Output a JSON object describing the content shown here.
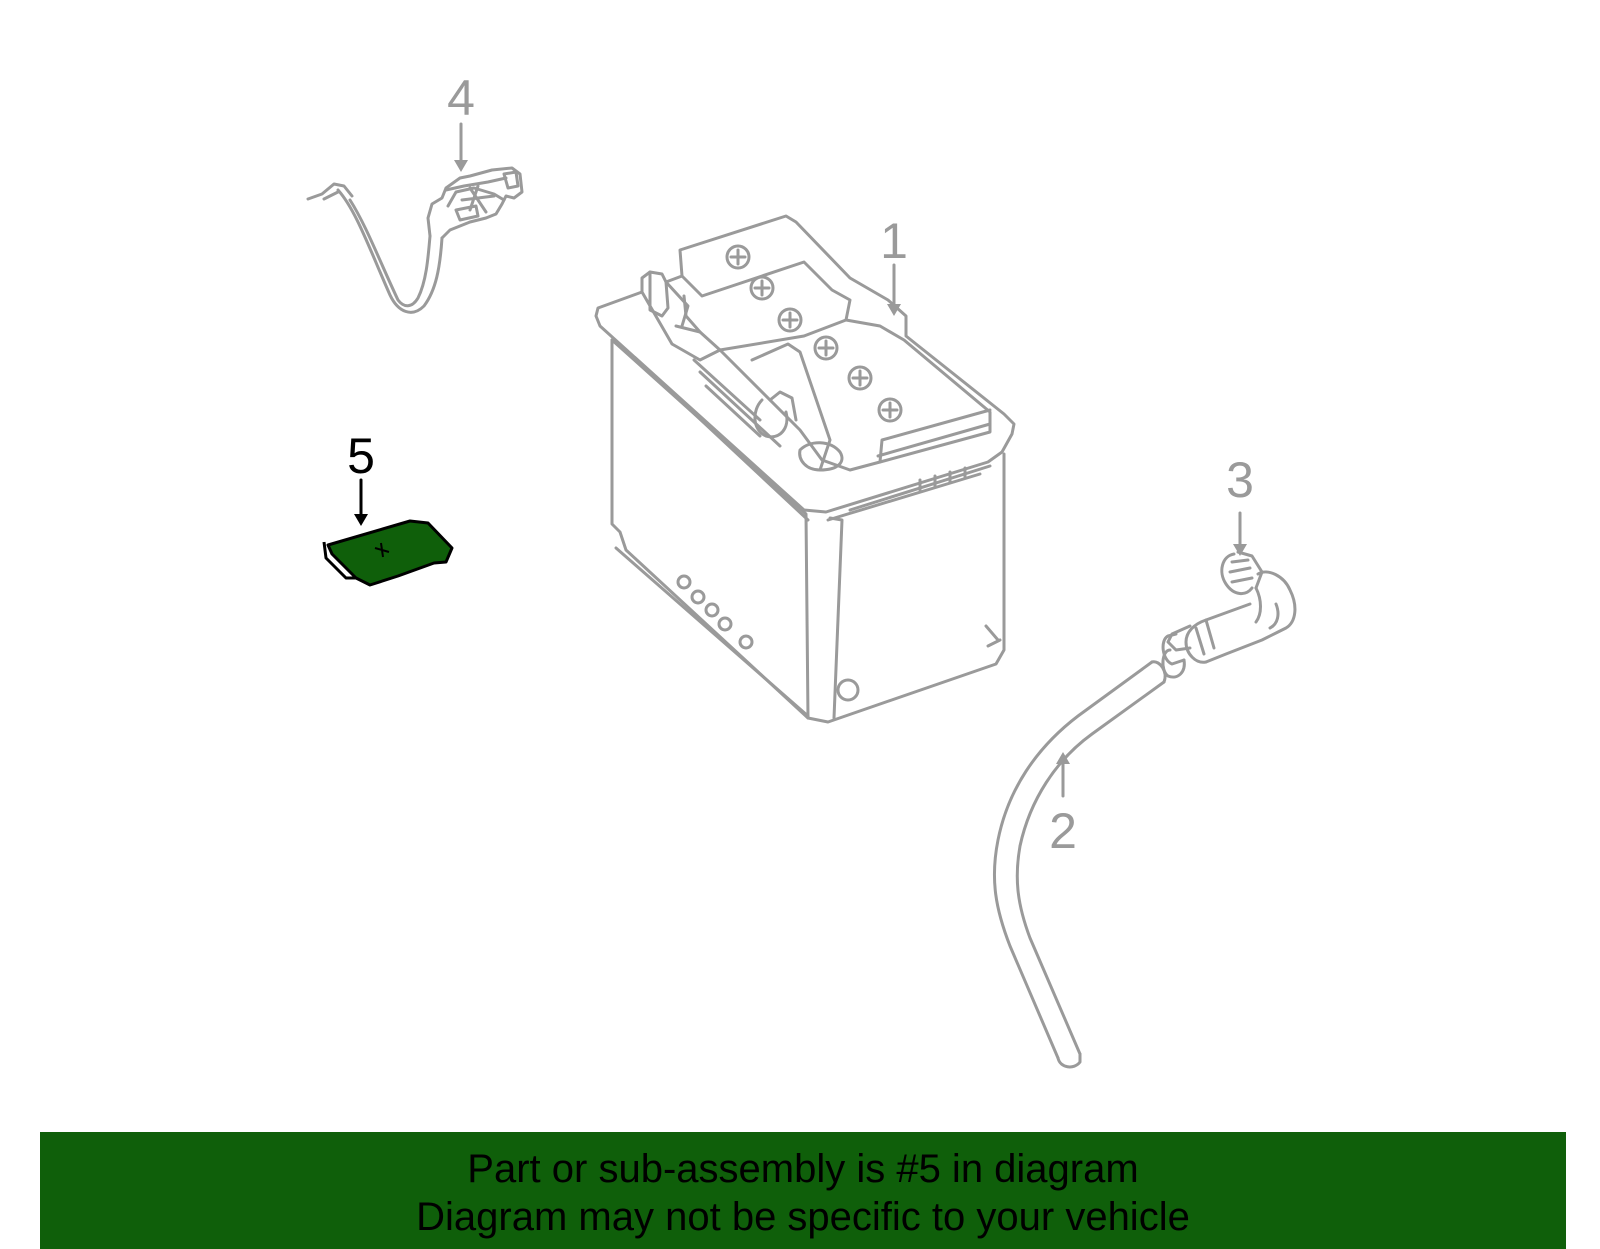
{
  "colors": {
    "line_gray": "#9a9a9a",
    "highlight_fill": "#0f5f0a",
    "highlight_stroke": "#000000",
    "banner_bg": "#0f5f0a"
  },
  "callouts": [
    {
      "id": "1",
      "label": "1",
      "highlighted": false
    },
    {
      "id": "2",
      "label": "2",
      "highlighted": false
    },
    {
      "id": "3",
      "label": "3",
      "highlighted": false
    },
    {
      "id": "4",
      "label": "4",
      "highlighted": false
    },
    {
      "id": "5",
      "label": "5",
      "highlighted": true
    }
  ],
  "parts": {
    "battery": {
      "icon": "battery-icon"
    },
    "vent_hose": {
      "icon": "hose-icon"
    },
    "elbow_connector": {
      "icon": "elbow-connector-icon"
    },
    "battery_cable": {
      "icon": "battery-cable-icon"
    },
    "terminal_cover": {
      "icon": "terminal-cover-icon"
    }
  },
  "banner": {
    "line1": "Part or sub-assembly is #5 in diagram",
    "line2": "Diagram may not be specific to your vehicle"
  }
}
